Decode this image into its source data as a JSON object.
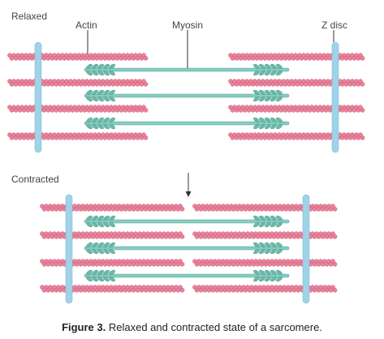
{
  "labels": {
    "relaxed": "Relaxed",
    "actin": "Actin",
    "myosin": "Myosin",
    "z_disc": "Z disc",
    "contracted": "Contracted"
  },
  "caption": {
    "figure_label": "Figure 3.",
    "text": "Relaxed and contracted state of a sarcomere."
  },
  "colors": {
    "actin": "#e8829a",
    "actin_dark": "#cf5d79",
    "myosin_shaft": "#86ccc0",
    "myosin_head": "#6cbaa9",
    "z_disc": "#9fd3e8",
    "text": "#444444"
  }
}
